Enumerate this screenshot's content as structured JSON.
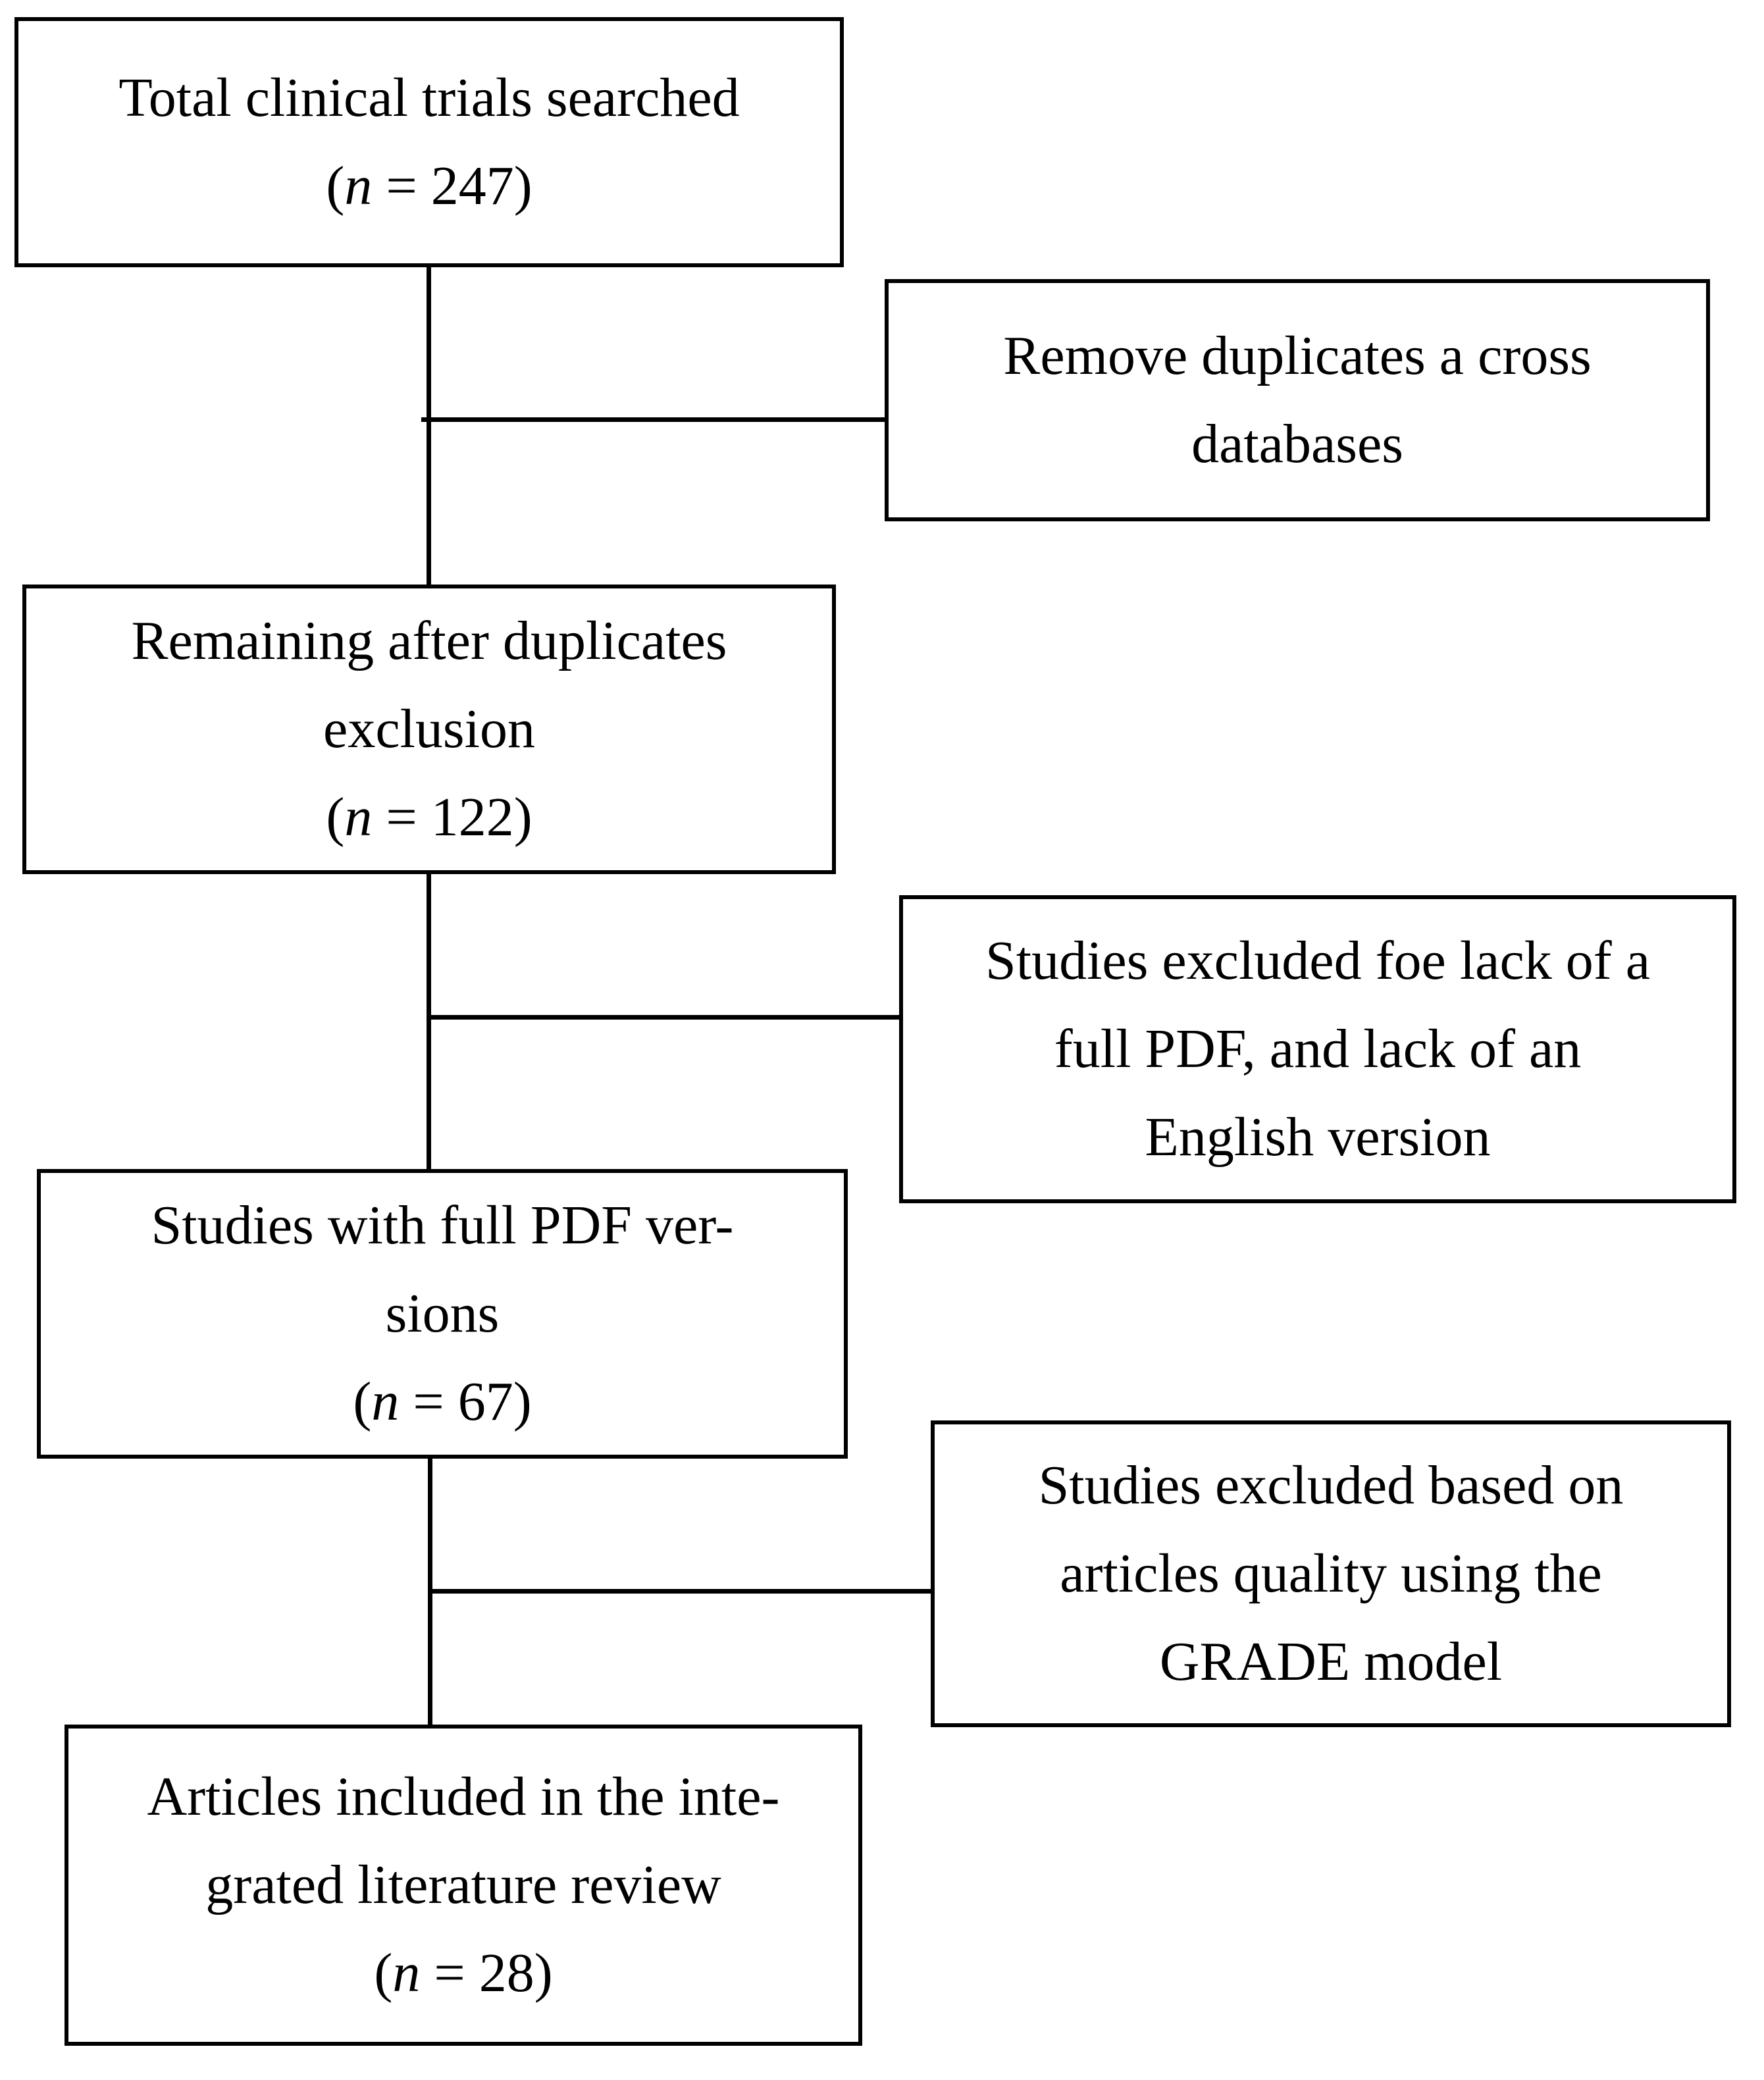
{
  "colors": {
    "stroke": "#000000",
    "background": "#ffffff"
  },
  "main_steps": [
    {
      "lines": [
        "Total clinical trials searched"
      ],
      "n": "247"
    },
    {
      "lines": [
        "Remaining after duplicates",
        "exclusion"
      ],
      "n": "122"
    },
    {
      "lines": [
        "Studies with full PDF ver-",
        "sions"
      ],
      "n": "67"
    },
    {
      "lines": [
        "Articles included in the inte-",
        "grated literature review"
      ],
      "n": "28"
    }
  ],
  "exclusions": [
    {
      "lines": [
        "Remove duplicates a cross",
        "databases"
      ]
    },
    {
      "lines": [
        "Studies excluded foe lack of a",
        "full PDF, and lack of an",
        "English version"
      ]
    },
    {
      "lines": [
        "Studies excluded based on",
        "articles quality using the",
        "GRADE model"
      ]
    }
  ],
  "n_label": {
    "open": "(",
    "symbol": "n",
    "equals": " = ",
    "close": ")"
  }
}
